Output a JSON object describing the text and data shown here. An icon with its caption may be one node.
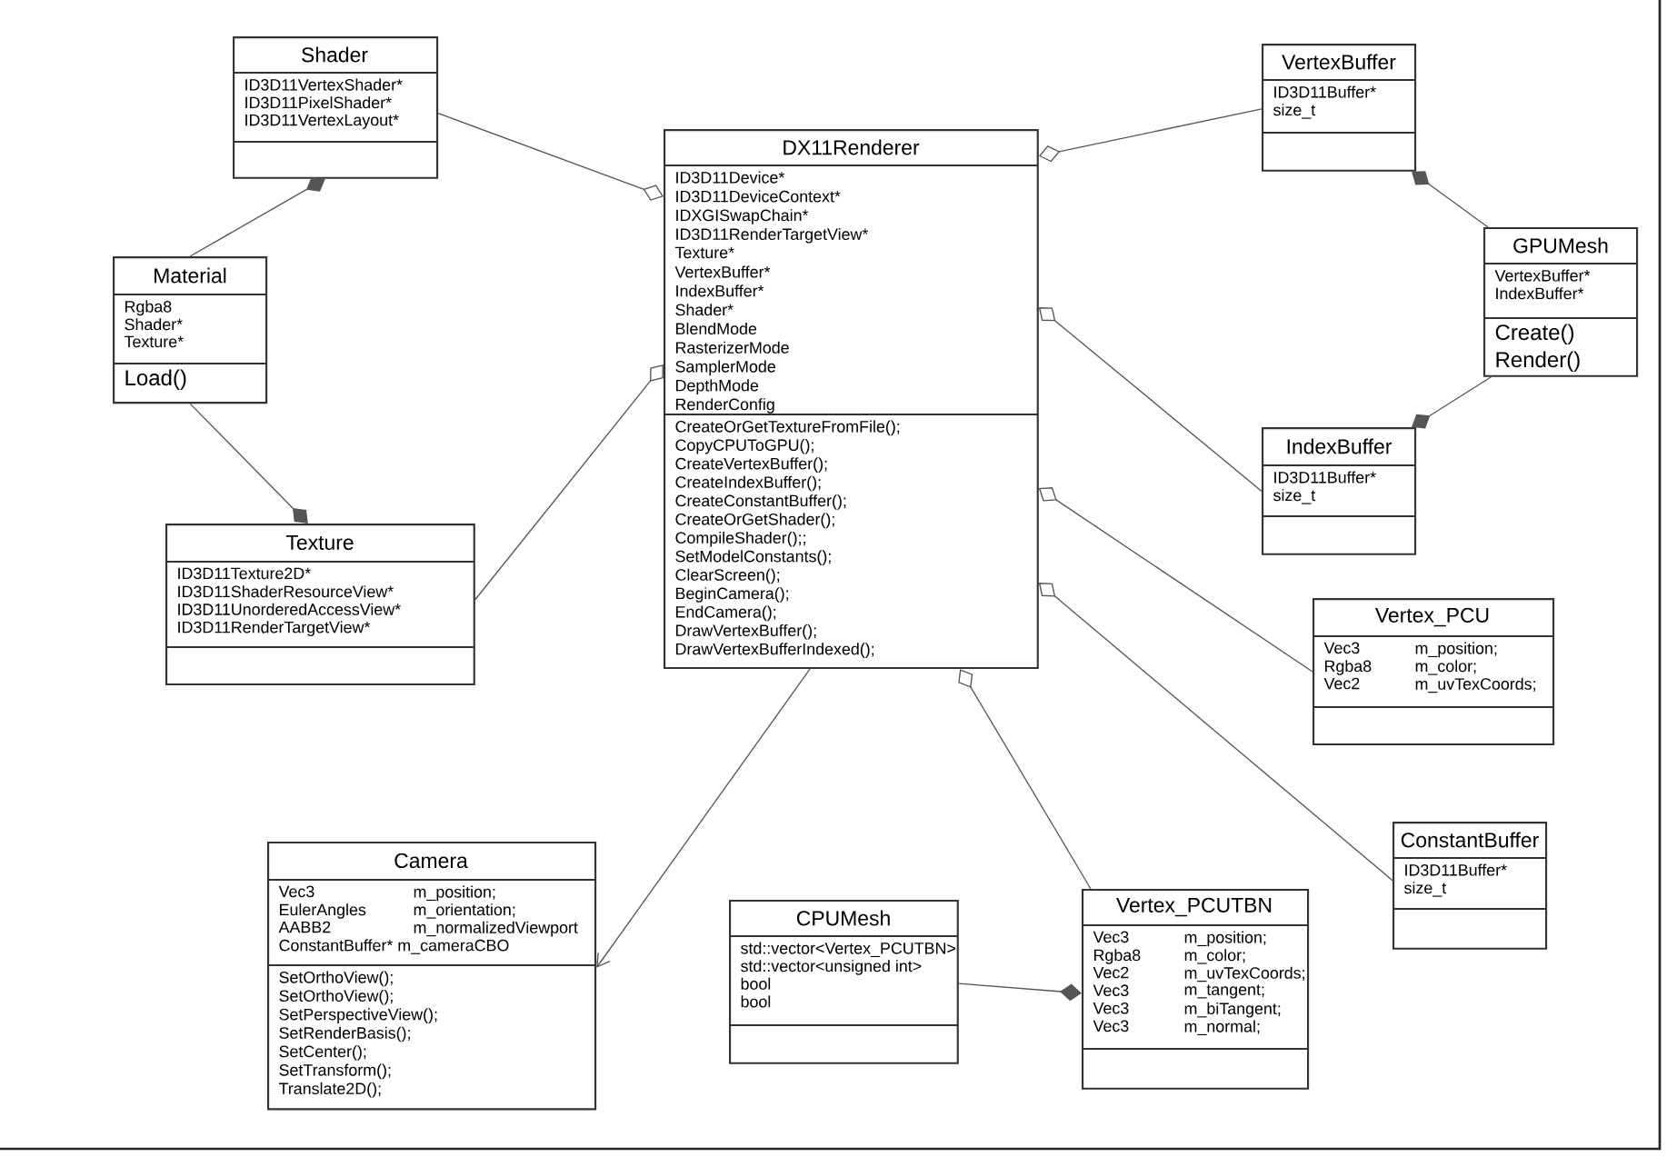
{
  "diagram": {
    "nodes": [
      {
        "text": [
          "DX11Renderer",
          "ID3D11Device*",
          "ID3D11DeviceContext*",
          "IDXGISwapChain*",
          "ID3D11RenderTargetView*",
          "Texture*",
          "VertexBuffer*",
          "IndexBuffer*",
          "Shader*",
          "BlendMode",
          "RasterizerMode",
          "SamplerMode",
          "DepthMode",
          "RenderConfig",
          "CreateOrGetTextureFromFile();",
          "CopyCPUToGPU();",
          "CreateVertexBuffer();",
          "CreateIndexBuffer();",
          "CreateConstantBuffer();",
          "CreateOrGetShader();",
          "CompileShader();;",
          "SetModelConstants();",
          "ClearScreen();",
          "BeginCamera();",
          "EndCamera();",
          "DrawVertexBuffer();",
          "DrawVertexBufferIndexed();"
        ]
      },
      {
        "text": [
          "Shader",
          "ID3D11VertexShader*",
          "ID3D11PixelShader*",
          "ID3D11VertexLayout*"
        ]
      },
      {
        "text": [
          "Material",
          "Rgba8",
          "Shader*",
          "Texture*",
          "Load()"
        ]
      },
      {
        "text": [
          "Texture",
          "ID3D11Texture2D*",
          "ID3D11ShaderResourceView*",
          "ID3D11UnorderedAccessView*",
          "ID3D11RenderTargetView*"
        ]
      },
      {
        "text": [
          "VertexBuffer",
          "ID3D11Buffer*",
          "size_t"
        ]
      },
      {
        "text": [
          "GPUMesh",
          "VertexBuffer*",
          "IndexBuffer*",
          "Create()",
          "Render()"
        ]
      },
      {
        "text": [
          "IndexBuffer",
          "ID3D11Buffer*",
          "size_t"
        ]
      },
      {
        "text": [
          "Vertex_PCU",
          "Vec3",
          "m_position;",
          "Rgba8",
          "m_color;",
          "Vec2",
          "m_uvTexCoords;"
        ]
      },
      {
        "text": [
          "ConstantBuffer",
          "ID3D11Buffer*",
          "size_t"
        ]
      },
      {
        "text": [
          "Camera",
          "Vec3",
          "m_position;",
          "EulerAngles",
          "m_orientation;",
          "AABB2",
          "m_normalizedViewport",
          "ConstantBuffer* m_cameraCBO",
          "SetOrthoView();",
          "SetOrthoView();",
          "SetPerspectiveView();",
          "SetRenderBasis();",
          "SetCenter();",
          "SetTransform();",
          "Translate2D();"
        ]
      },
      {
        "text": [
          "CPUMesh",
          "std::vector<Vertex_PCUTBN>",
          "std::vector<unsigned int>",
          "bool",
          "bool"
        ]
      },
      {
        "text": [
          "Vertex_PCUTBN",
          "Vec3",
          "m_position;",
          "Rgba8",
          "m_color;",
          "Vec2",
          "m_uvTexCoords;",
          "Vec3",
          "m_tangent;",
          "Vec3",
          "m_biTangent;",
          "Vec3",
          "m_normal;"
        ]
      }
    ],
    "edges": [
      {
        "from": 1,
        "to": 0,
        "arrow": "other"
      },
      {
        "from": 3,
        "to": 0,
        "arrow": "other"
      },
      {
        "from": 2,
        "to": 1,
        "arrow": "other"
      },
      {
        "from": 2,
        "to": 3,
        "arrow": "other"
      },
      {
        "from": 4,
        "to": 0,
        "arrow": "other"
      },
      {
        "from": 6,
        "to": 0,
        "arrow": "other"
      },
      {
        "from": 7,
        "to": 0,
        "arrow": "other"
      },
      {
        "from": 8,
        "to": 0,
        "arrow": "other"
      },
      {
        "from": 5,
        "to": 4,
        "arrow": "other"
      },
      {
        "from": 5,
        "to": 6,
        "arrow": "other"
      },
      {
        "from": 0,
        "to": 9,
        "arrow": "to"
      },
      {
        "from": 11,
        "to": 0,
        "arrow": "other"
      },
      {
        "from": 10,
        "to": 11,
        "arrow": "other"
      }
    ]
  }
}
